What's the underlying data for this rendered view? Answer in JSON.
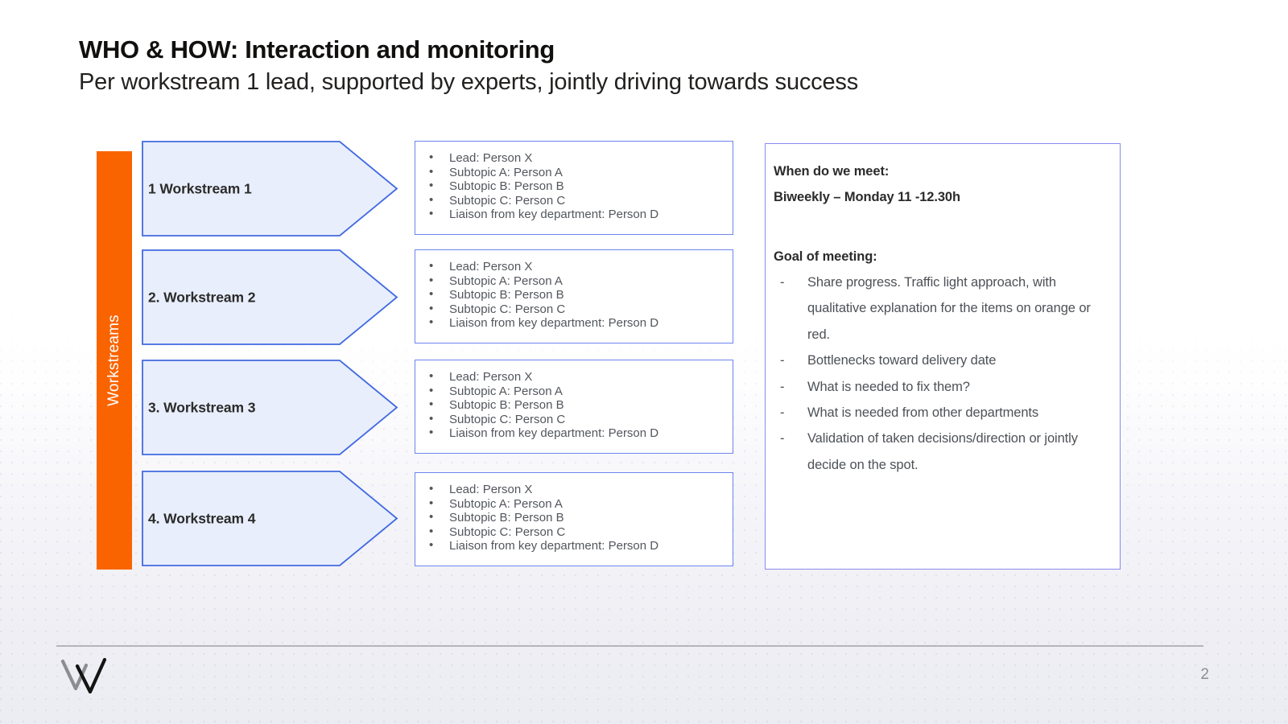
{
  "header": {
    "title": "WHO & HOW: Interaction and monitoring",
    "subtitle": "Per workstream 1 lead, supported by experts, jointly driving towards success"
  },
  "rail": {
    "label": "Workstreams",
    "color": "#fa6400"
  },
  "colors": {
    "arrow_fill": "#e8eefb",
    "arrow_stroke": "#4169e1",
    "box_border": "#8a9df0",
    "panel_border": "#8a8aee",
    "accent_orange": "#fa6400",
    "body_text": "#52565c",
    "heading_text": "#2b2b2b"
  },
  "workstreams": [
    {
      "label": "1 Workstream 1",
      "details": [
        "Lead: Person X",
        "Subtopic A: Person A",
        "Subtopic B: Person B",
        "Subtopic C: Person C",
        "Liaison from key department: Person D"
      ]
    },
    {
      "label": "2. Workstream 2",
      "details": [
        "Lead: Person X",
        "Subtopic A: Person A",
        "Subtopic B: Person B",
        "Subtopic C: Person C",
        "Liaison from key department: Person D"
      ]
    },
    {
      "label": "3. Workstream 3",
      "details": [
        "Lead: Person X",
        "Subtopic A: Person A",
        "Subtopic B: Person B",
        "Subtopic C: Person C",
        "Liaison from key department: Person D"
      ]
    },
    {
      "label": "4. Workstream 4",
      "details": [
        "Lead: Person X",
        "Subtopic A: Person A",
        "Subtopic B: Person B",
        "Subtopic C: Person C",
        "Liaison from key department: Person D"
      ]
    }
  ],
  "meeting": {
    "when_heading": "When do we meet:",
    "when_value": "Biweekly – Monday 11 -12.30h",
    "goal_heading": "Goal of meeting:",
    "goals": [
      "Share progress. Traffic light approach, with qualitative explanation for the items on orange or red.",
      "Bottlenecks toward delivery date",
      "What is needed to fix them?",
      "What is needed from other departments",
      "Validation of taken decisions/direction or jointly decide on the spot."
    ]
  },
  "footer": {
    "logo_name": "double-check-w-logo",
    "page_number": "2"
  }
}
